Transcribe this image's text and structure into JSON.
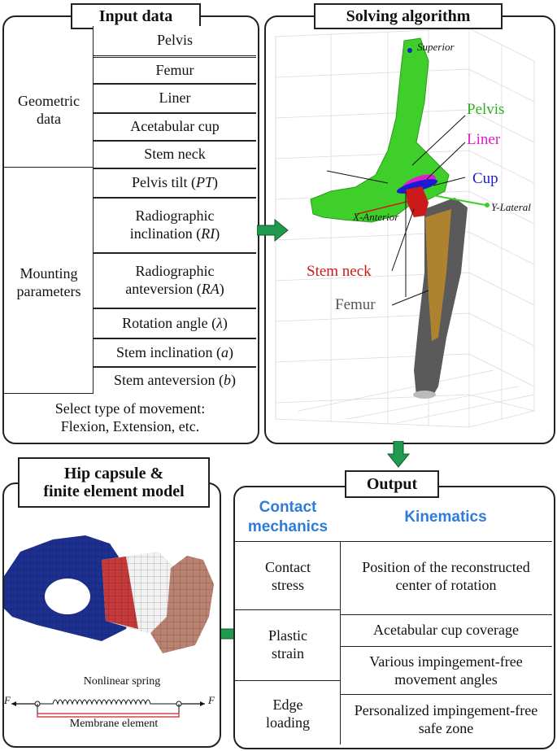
{
  "input_panel": {
    "title": "Input data",
    "geometric_label": "Geometric data",
    "geometric_items": [
      "Pelvis",
      "Femur",
      "Liner",
      "Acetabular cup",
      "Stem neck"
    ],
    "mounting_label": "Mounting parameters",
    "mounting_items": [
      {
        "text": "Pelvis tilt",
        "sym": "PT"
      },
      {
        "text": "Radiographic inclination",
        "sym": "RI"
      },
      {
        "text": "Radiographic anteversion",
        "sym": "RA"
      },
      {
        "text": "Rotation angle",
        "sym": "λ"
      },
      {
        "text": "Stem inclination",
        "sym": "a"
      },
      {
        "text": "Stem anteversion",
        "sym": "b"
      }
    ],
    "movement_line1": "Select type of movement:",
    "movement_line2": "Flexion, Extension, etc."
  },
  "solver_panel": {
    "title": "Solving algorithm",
    "labels": {
      "superior": "Superior",
      "pelvis": "Pelvis",
      "liner": "Liner",
      "cup": "Cup",
      "y_lateral": "Y-Lateral",
      "x_anterior": "X-Anterior",
      "stem_neck": "Stem neck",
      "femur": "Femur"
    }
  },
  "capsule_panel": {
    "title_line1": "Hip capsule &",
    "title_line2": "finite element model",
    "spring_label": "Nonlinear spring",
    "membrane_label": "Membrane element",
    "force_left": "F",
    "force_right": "F"
  },
  "output_panel": {
    "title": "Output",
    "col1_header_line1": "Contact",
    "col1_header_line2": "mechanics",
    "col2_header": "Kinematics",
    "contact_items": [
      "Contact stress",
      "Plastic strain",
      "Edge loading"
    ],
    "kinematic_items": [
      "Position of the reconstructed center of rotation",
      "Acetabular cup coverage",
      "Various impingement-free movement angles",
      "Personalized impingement-free safe zone"
    ]
  },
  "colors": {
    "arrow": "#1f9a4f",
    "pelvis": "#3fcf2a",
    "liner": "#e21ad0",
    "cup": "#1c1ccf",
    "stem": "#cc1a1a",
    "femur": "#555555",
    "header_blue": "#2f7bd8",
    "capsule_pelvis": "#1d2f8f",
    "capsule_femur": "#b88170"
  }
}
